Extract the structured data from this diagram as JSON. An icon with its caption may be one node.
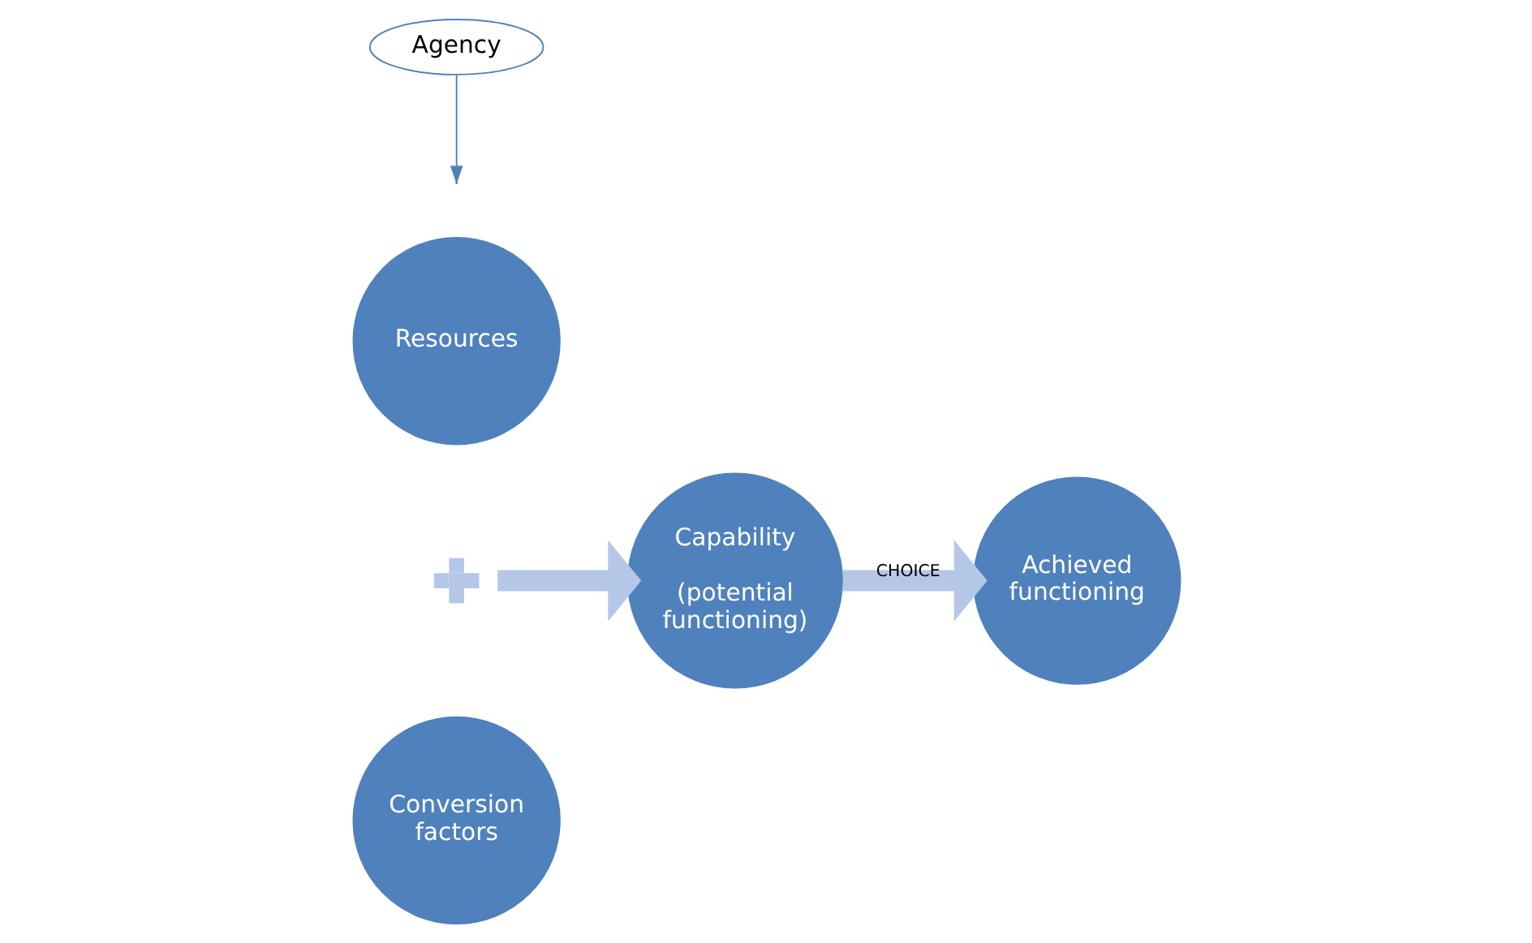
{
  "diagram": {
    "nodes": [
      {
        "text": [
          "Resources"
        ]
      },
      {
        "text": [],
        "shape": "plus"
      },
      {
        "text": [
          "Conversion factors"
        ]
      },
      {
        "text": [
          "Capability",
          "(potential functioning)"
        ]
      },
      {
        "text": [
          "Achieved functioning"
        ]
      },
      {
        "text": [
          "Agency"
        ]
      }
    ],
    "edges": [
      {
        "from": 1,
        "to": 3,
        "arrow": "to"
      },
      {
        "from": 3,
        "to": 4,
        "arrow": "to",
        "label": "CHOICE"
      },
      {
        "from": 5,
        "to": null,
        "arrow": "to",
        "color": "#4f81bd"
      }
    ]
  }
}
